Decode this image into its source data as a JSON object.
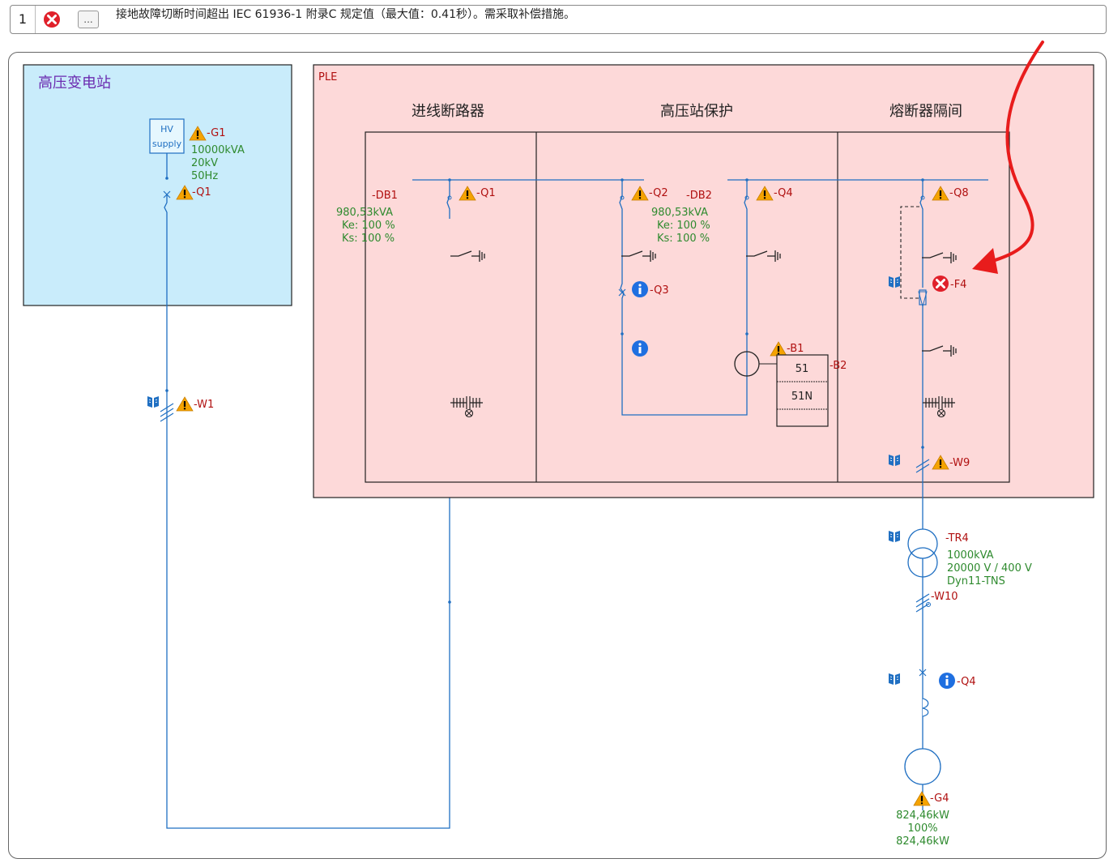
{
  "message_bar": {
    "number": "1",
    "more_label": "...",
    "text": "接地故障切断时间超出 IEC 61936-1 附录C 规定值（最大值：0.41秒）。需采取补偿措施。"
  },
  "colors": {
    "wire": "#1f6fc2",
    "hv_area_fill": "#c9ecfb",
    "ple_area_fill": "#fdd9d9",
    "label_red": "#b01010",
    "value_green": "#2e8a2e",
    "warning": "#f5a300",
    "error": "#e0202a",
    "info": "#1f6fe0",
    "arrow": "#e81c1c"
  },
  "hv_station": {
    "title": "高压变电站",
    "supply": {
      "line1": "HV",
      "line2": "supply"
    },
    "G1": {
      "tag": "-G1",
      "power": "10000kVA",
      "voltage": "20kV",
      "freq": "50Hz"
    },
    "Q1": {
      "tag": "-Q1"
    }
  },
  "W1": {
    "tag": "-W1"
  },
  "ple": {
    "label": "PLE",
    "sections": [
      "进线断路器",
      "高压站保护",
      "熔断器隔间"
    ],
    "DB1": {
      "tag": "-DB1",
      "power": "980,53kVA",
      "ke": "Ke: 100 %",
      "ks": "Ks: 100 %"
    },
    "DB2": {
      "tag": "-DB2",
      "power": "980,53kVA",
      "ke": "Ke: 100 %",
      "ks": "Ks: 100 %"
    },
    "Q1": {
      "tag": "-Q1"
    },
    "Q2": {
      "tag": "-Q2"
    },
    "Q3": {
      "tag": "-Q3"
    },
    "Q4": {
      "tag": "-Q4"
    },
    "Q8": {
      "tag": "-Q8"
    },
    "F4": {
      "tag": "-F4"
    },
    "B1": {
      "tag": "-B1"
    },
    "B2": {
      "tag": "-B2"
    },
    "relay": [
      "51",
      "51N"
    ],
    "W9": {
      "tag": "-W9"
    }
  },
  "TR4": {
    "tag": "-TR4",
    "power": "1000kVA",
    "voltage": "20000 V / 400 V",
    "vector": "Dyn11-TNS"
  },
  "W10": {
    "tag": "-W10"
  },
  "Q4b": {
    "tag": "-Q4"
  },
  "G4": {
    "tag": "-G4",
    "p1": "824,46kW",
    "pct": "100%",
    "p2": "824,46kW"
  }
}
